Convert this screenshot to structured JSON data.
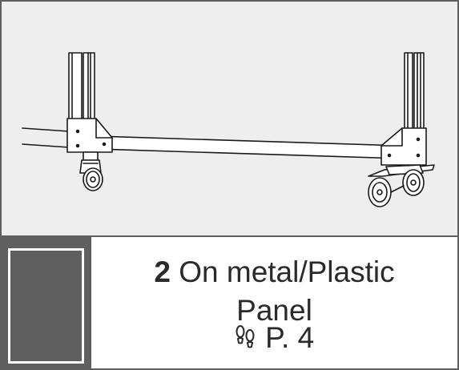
{
  "illustration": {
    "subject": "rolling-frame-legs-with-casters",
    "background_color": "#eeeeee"
  },
  "swatch": {
    "color": "#5f5f5f"
  },
  "caption": {
    "step_number": "2",
    "title_line1": "On metal/Plastic",
    "title_line2": "Panel",
    "page_ref": "P. 4",
    "icon": "footprints-icon"
  }
}
